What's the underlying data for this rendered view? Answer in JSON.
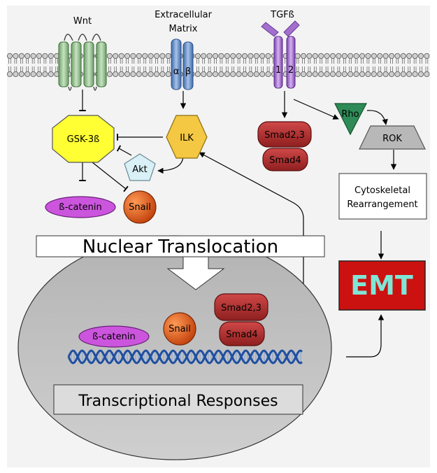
{
  "labels": {
    "wnt": "Wnt",
    "ecm_line1": "Extracellular",
    "ecm_line2": "Matrix",
    "tgfb": "TGFß",
    "integrin_alpha": "α",
    "integrin_beta": "β",
    "receptor_1": "1",
    "receptor_2": "2",
    "gsk3b": "GSK-3ß",
    "ilk": "ILK",
    "akt": "Akt",
    "beta_catenin": "ß-catenin",
    "snail": "Snail",
    "smad23": "Smad2,3",
    "smad4": "Smad4",
    "rho": "Rho",
    "rok": "ROK",
    "cyto_line1": "Cytoskeletal",
    "cyto_line2": "Rearrangement",
    "emt": "EMT",
    "nuclear_translocation": "Nuclear Translocation",
    "nucleus_beta_catenin": "ß-catenin",
    "nucleus_snail": "Snail",
    "nucleus_smad23": "Smad2,3",
    "nucleus_smad4": "Smad4",
    "transcriptional_responses": "Transcriptional Responses"
  },
  "colors": {
    "background_panel": "#f2f2f2",
    "membrane_head": "#c8c8c8",
    "wnt_receptor": "#8fbf8a",
    "integrin": "#6d93c9",
    "tgfb_receptor": "#a36fcf",
    "gsk3b": "#ffff33",
    "ilk": "#f4c842",
    "akt": "#d9f0f7",
    "beta_catenin": "#cc55dd",
    "snail": "#dd5511",
    "smad": "#b02b2b",
    "rho": "#2e8b57",
    "rok": "#b8b8b8",
    "emt_box": "#cc1111",
    "emt_text": "#7fe6d6",
    "nucleus": "#bdbdbd",
    "dna": "#1f4fa0"
  }
}
